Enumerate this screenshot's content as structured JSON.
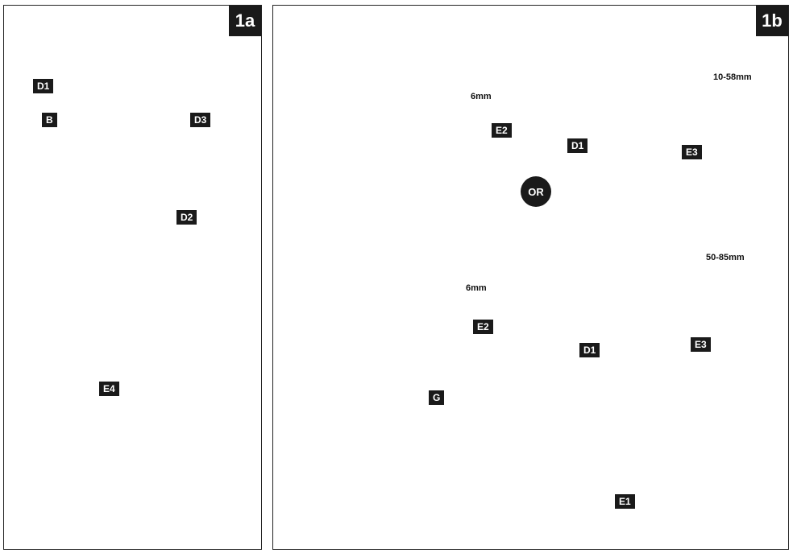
{
  "panels": {
    "left": {
      "badge": "1a"
    },
    "right": {
      "badge": "1b"
    }
  },
  "or_label": "OR",
  "labels": {
    "d1": "D1",
    "b": "B",
    "d3": "D3",
    "d2": "D2",
    "e4": "E4",
    "e2_top": "E2",
    "e2_bottom": "E2",
    "d1_top": "D1",
    "e3_top": "E3",
    "d1_bottom": "D1",
    "e3_bottom": "E3",
    "g": "G",
    "e1": "E1"
  },
  "dimensions": {
    "hole_top": "6mm",
    "hole_bottom": "6mm",
    "range_top": "10-58mm",
    "range_bottom": "50-85mm"
  }
}
